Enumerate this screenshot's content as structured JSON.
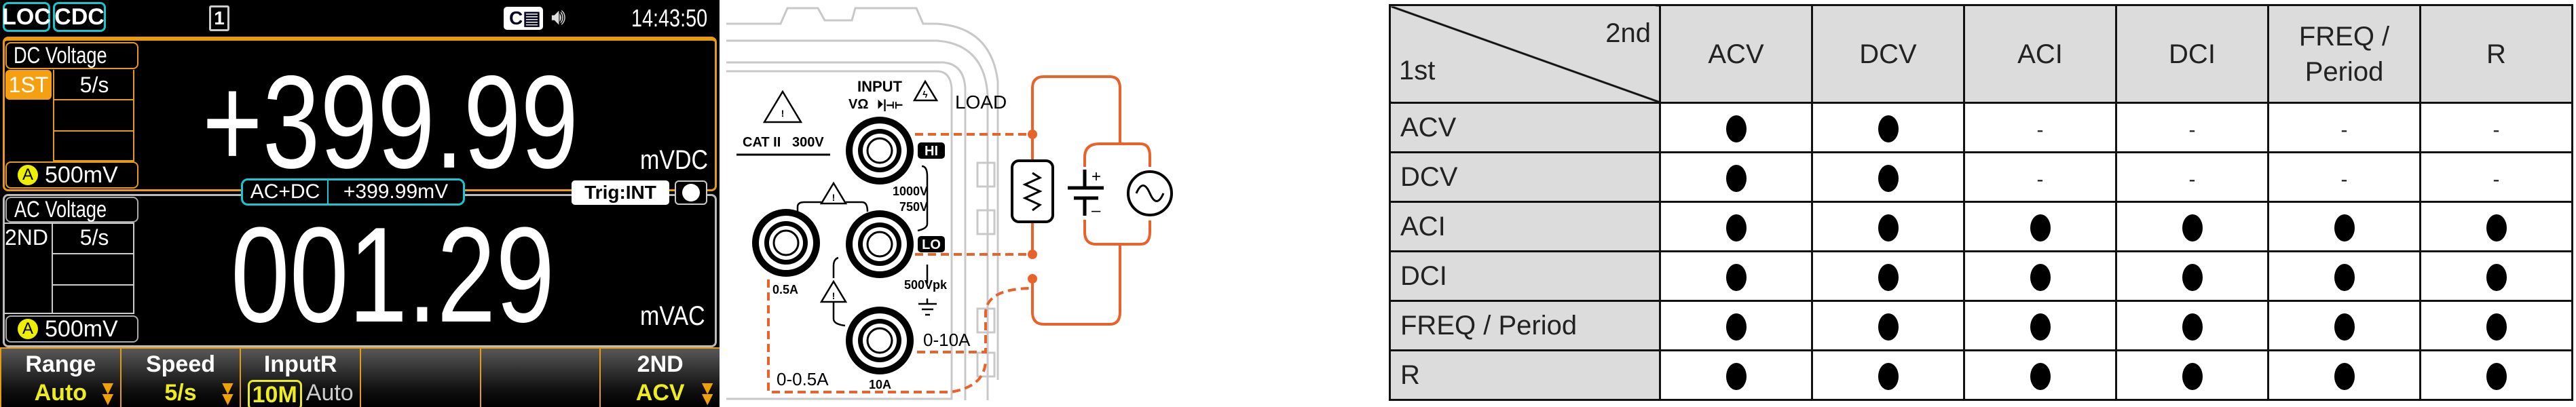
{
  "status_bar": {
    "loc": "LOC",
    "cdc": "CDC",
    "memory": "1",
    "time": "14:43:50"
  },
  "primary": {
    "function": "DC Voltage",
    "slot": "1ST",
    "rate": "5/s",
    "range": "500mV",
    "auto_badge": "A",
    "reading": "+399.99",
    "unit": "mVDC"
  },
  "mid": {
    "mode": "AC+DC",
    "value": "+399.99mV",
    "trigger": "Trig:INT"
  },
  "secondary": {
    "function": "AC Voltage",
    "slot": "2ND",
    "rate": "5/s",
    "range": "500mV",
    "auto_badge": "A",
    "reading": "001.29",
    "unit": "mVAC"
  },
  "softkeys": [
    {
      "label": "Range",
      "value": "Auto"
    },
    {
      "label": "Speed",
      "value": "5/s"
    },
    {
      "label": "InputR",
      "value": "10M",
      "value2": "Auto"
    },
    {
      "label": "",
      "value": ""
    },
    {
      "label": "",
      "value": ""
    },
    {
      "label": "2ND",
      "value": "ACV"
    }
  ],
  "diagram": {
    "input": "INPUT",
    "input_symbols": "VΩ",
    "load": "LOAD",
    "cat": "CAT II   300V",
    "hi": "HI",
    "lo": "LO",
    "v1000": "1000V",
    "v750": "750V",
    "vpk": "500Vpk",
    "a05": "0.5A",
    "a10": "10A",
    "r10": "0-10A",
    "r05": "0-0.5A"
  },
  "table": {
    "corner_2nd": "2nd",
    "corner_1st": "1st",
    "columns": [
      "ACV",
      "DCV",
      "ACI",
      "DCI",
      "FREQ / Period",
      "R"
    ],
    "rows": [
      {
        "label": "ACV",
        "cells": [
          "●",
          "●",
          "-",
          "-",
          "-",
          "-"
        ]
      },
      {
        "label": "DCV",
        "cells": [
          "●",
          "●",
          "-",
          "-",
          "-",
          "-"
        ]
      },
      {
        "label": "ACI",
        "cells": [
          "●",
          "●",
          "●",
          "●",
          "●",
          "●"
        ]
      },
      {
        "label": "DCI",
        "cells": [
          "●",
          "●",
          "●",
          "●",
          "●",
          "●"
        ]
      },
      {
        "label": "FREQ / Period",
        "cells": [
          "●",
          "●",
          "●",
          "●",
          "●",
          "●"
        ]
      },
      {
        "label": "R",
        "cells": [
          "●",
          "●",
          "●",
          "●",
          "●",
          "●"
        ]
      }
    ]
  }
}
